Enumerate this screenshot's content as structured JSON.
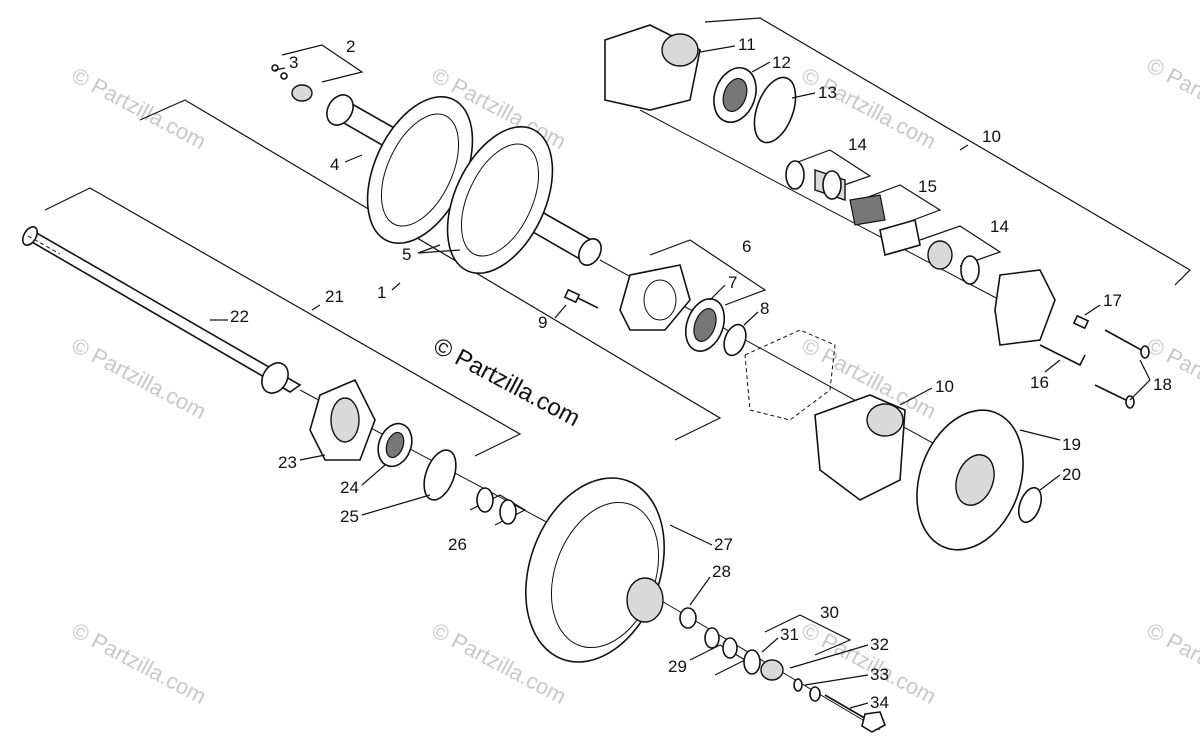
{
  "copyright_center": "© Partzilla.com",
  "watermark": "© Partzilla.com",
  "callouts": [
    "1",
    "2",
    "3",
    "4",
    "5",
    "6",
    "7",
    "8",
    "9",
    "10",
    "10",
    "11",
    "12",
    "13",
    "14",
    "14",
    "15",
    "16",
    "17",
    "18",
    "19",
    "20",
    "21",
    "22",
    "23",
    "24",
    "25",
    "26",
    "27",
    "28",
    "29",
    "30",
    "31",
    "32",
    "33",
    "34"
  ]
}
